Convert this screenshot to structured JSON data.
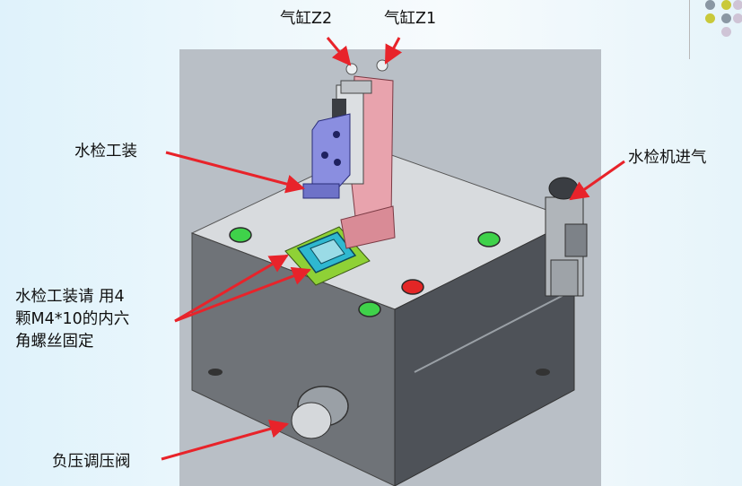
{
  "labels": {
    "cylinder_z2": "气缸Z2",
    "cylinder_z1": "气缸Z1",
    "fixture": "水检工装",
    "air_inlet": "水检机进气",
    "mount_note": [
      "水检工装请 用4",
      "颗M4*10的内六",
      "角螺丝固定"
    ],
    "vacuum_valve": "负压调压阀"
  },
  "colors": {
    "arrow": "#e8232a",
    "deco_gray": "#8a97a3",
    "deco_yellow": "#c9c93a",
    "deco_pink": "#cfc4d6",
    "button_green": "#3fd24a",
    "button_red": "#e32626",
    "fixture_blue": "#8a8ee0",
    "bracket_pink": "#e8a3ad",
    "plate_green": "#8fd136"
  }
}
